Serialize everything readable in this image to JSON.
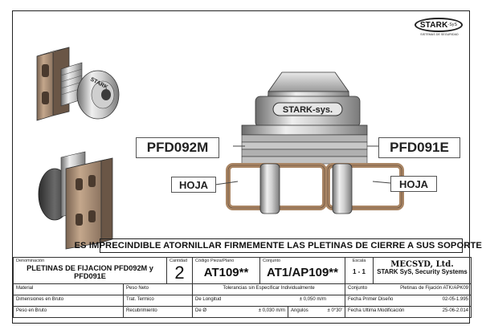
{
  "logo": {
    "brand": "STARK",
    "brand_suffix": "SyS",
    "tagline": "SISTEMAS DE SEGURIDAD"
  },
  "callouts": {
    "left_part": "PFD092M",
    "right_part": "PFD091E",
    "left_leaf": "HOJA",
    "right_leaf": "HOJA"
  },
  "product_engraving": "STARK-sys.",
  "warning": "ES IMPRECINDIBLE ATORNILLAR FIRMEMENTE LAS PLETINAS DE CIERRE A SUS SOPORTES",
  "title_block": {
    "denominacion_label": "Denominación",
    "denominacion_value": "PLETINAS DE FIJACION PFD092M y PFD091E",
    "cantidad_label": "Cantidad",
    "cantidad_value": "2",
    "codigo_label": "Código Pieza/Plano",
    "codigo_value": "AT109**",
    "conjunto_label": "Conjunto",
    "conjunto_value": "AT1/AP109**",
    "escala_label": "Escala",
    "escala_value": "1 - 1",
    "mecsyd": "MECSYD, Ltd.",
    "company": "STARK SyS, Security Systems",
    "material_label": "Material",
    "peso_neto_label": "Peso Neto",
    "tolerancias": "Tolerancias sin Especificar Individualmente",
    "conjunto2_label": "Conjunto",
    "conjunto2_value": "Pletinas de Fijación ATK/APK09",
    "dim_bruto_label": "Dimensiones en Bruto",
    "trat_termico_label": "Trat. Termico",
    "de_longitud_label": "De Longitud",
    "de_longitud_value": "± 0,050 m/m",
    "fecha_diseno_label": "Fecha Primer Diseño",
    "fecha_diseno_value": "02-05-1.995",
    "peso_bruto_label": "Peso en Bruto",
    "recubrimiento_label": "Recubrimiento",
    "de_diam_label": "De Ø",
    "de_diam_value": "± 0,030 m/m",
    "angulos_label": "Angulos",
    "angulos_value": "± 0°30'",
    "fecha_mod_label": "Fecha Ultima Modificación",
    "fecha_mod_value": "25-06-2.014"
  }
}
